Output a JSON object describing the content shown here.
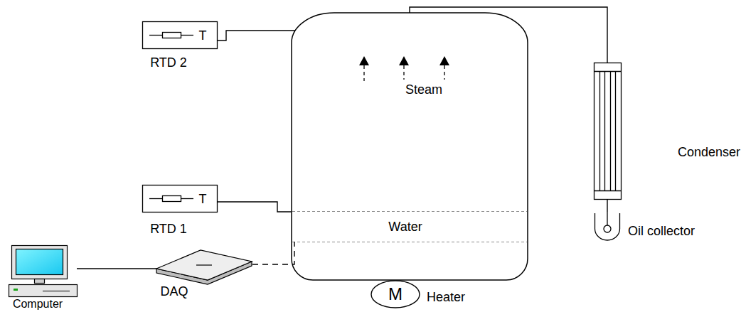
{
  "diagram": {
    "nodes": [
      {
        "text": [
          "T",
          "RTD 2"
        ]
      },
      {
        "text": [
          "Steam"
        ]
      },
      {
        "text": [
          "Water"
        ],
        "in": 1
      },
      {
        "text": [
          "Condenser"
        ]
      },
      {
        "text": [
          "T",
          "RTD 1"
        ]
      },
      {
        "text": [
          "Oil collector"
        ]
      },
      {
        "text": [
          "Computer"
        ]
      },
      {
        "text": [
          "DAQ"
        ]
      },
      {
        "text": [
          "M",
          "Heater"
        ]
      }
    ],
    "edges": [
      {
        "from": 0,
        "to": 1,
        "arrow": "none"
      },
      {
        "from": 4,
        "to": 2,
        "arrow": "none"
      },
      {
        "from": 1,
        "to": 3,
        "arrow": "none"
      },
      {
        "from": 3,
        "to": 5,
        "arrow": "none"
      },
      {
        "from": 6,
        "to": 7,
        "arrow": "none"
      },
      {
        "from": 7,
        "to": 2,
        "arrow": "none"
      }
    ]
  }
}
